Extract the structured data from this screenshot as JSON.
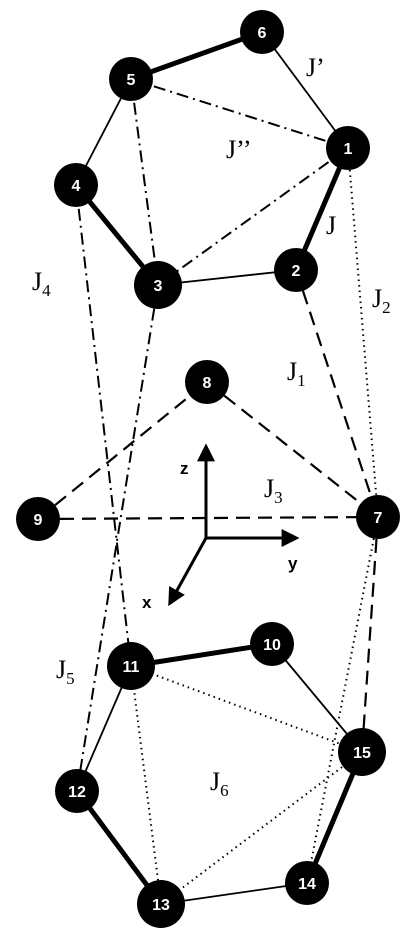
{
  "colors": {
    "node_fill": "#000000",
    "node_text": "#ffffff",
    "ink": "#000000",
    "background": "#ffffff"
  },
  "nodes": [
    {
      "id": "1",
      "label": "1"
    },
    {
      "id": "2",
      "label": "2"
    },
    {
      "id": "3",
      "label": "3"
    },
    {
      "id": "4",
      "label": "4"
    },
    {
      "id": "5",
      "label": "5"
    },
    {
      "id": "6",
      "label": "6"
    },
    {
      "id": "7",
      "label": "7"
    },
    {
      "id": "8",
      "label": "8"
    },
    {
      "id": "9",
      "label": "9"
    },
    {
      "id": "10",
      "label": "10"
    },
    {
      "id": "11",
      "label": "11"
    },
    {
      "id": "12",
      "label": "12"
    },
    {
      "id": "13",
      "label": "13"
    },
    {
      "id": "14",
      "label": "14"
    },
    {
      "id": "15",
      "label": "15"
    }
  ],
  "edges": [
    {
      "from": "5",
      "to": "6",
      "style": "thick"
    },
    {
      "from": "1",
      "to": "2",
      "style": "thick"
    },
    {
      "from": "3",
      "to": "4",
      "style": "thick"
    },
    {
      "from": "6",
      "to": "1",
      "style": "thin"
    },
    {
      "from": "5",
      "to": "4",
      "style": "thin"
    },
    {
      "from": "2",
      "to": "3",
      "style": "thin"
    },
    {
      "from": "5",
      "to": "1",
      "style": "dashdot"
    },
    {
      "from": "5",
      "to": "3",
      "style": "dashdot"
    },
    {
      "from": "1",
      "to": "3",
      "style": "dashdot"
    },
    {
      "from": "1",
      "to": "7",
      "style": "dotted"
    },
    {
      "from": "2",
      "to": "7",
      "style": "dashed"
    },
    {
      "from": "9",
      "to": "7",
      "style": "dashed"
    },
    {
      "from": "9",
      "to": "8",
      "style": "dashed"
    },
    {
      "from": "8",
      "to": "7",
      "style": "dashed"
    },
    {
      "from": "4",
      "to": "11",
      "style": "dashdot"
    },
    {
      "from": "3",
      "to": "12",
      "style": "dashdot"
    },
    {
      "from": "7",
      "to": "15",
      "style": "dashed"
    },
    {
      "from": "7",
      "to": "14",
      "style": "dotted"
    },
    {
      "from": "11",
      "to": "10",
      "style": "thick"
    },
    {
      "from": "15",
      "to": "14",
      "style": "thick"
    },
    {
      "from": "12",
      "to": "13",
      "style": "thick"
    },
    {
      "from": "10",
      "to": "15",
      "style": "thin"
    },
    {
      "from": "11",
      "to": "12",
      "style": "thin"
    },
    {
      "from": "13",
      "to": "14",
      "style": "thin"
    },
    {
      "from": "11",
      "to": "15",
      "style": "dotted"
    },
    {
      "from": "11",
      "to": "13",
      "style": "dotted"
    },
    {
      "from": "13",
      "to": "15",
      "style": "dotted"
    }
  ],
  "coupling_labels": [
    {
      "id": "jprime",
      "text": "J’",
      "sub": ""
    },
    {
      "id": "jdprime",
      "text": "J’’",
      "sub": ""
    },
    {
      "id": "j",
      "text": "J",
      "sub": ""
    },
    {
      "id": "j1",
      "text": "J",
      "sub": "1"
    },
    {
      "id": "j2",
      "text": "J",
      "sub": "2"
    },
    {
      "id": "j3",
      "text": "J",
      "sub": "3"
    },
    {
      "id": "j4",
      "text": "J",
      "sub": "4"
    },
    {
      "id": "j5",
      "text": "J",
      "sub": "5"
    },
    {
      "id": "j6",
      "text": "J",
      "sub": "6"
    }
  ],
  "axes": {
    "z": "z",
    "y": "y",
    "x": "x"
  }
}
